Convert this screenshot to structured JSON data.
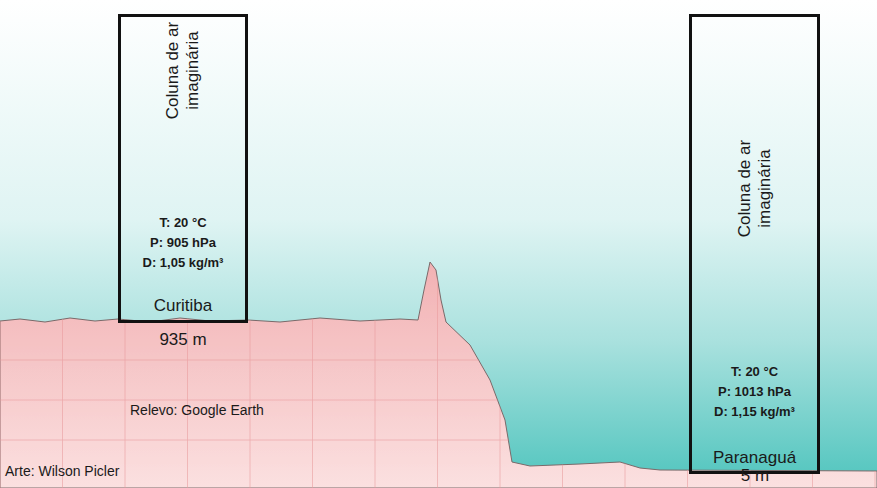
{
  "diagram": {
    "nodes": [
      {
        "text": [
          "Coluna de ar imaginária",
          "T: 20 °C",
          "P: 905 hPa",
          "D: 1,05 kg/m³",
          "Curitiba"
        ]
      },
      {
        "text": [
          "Coluna de ar imaginária",
          "T: 20 °C",
          "P: 1013 hPa",
          "D: 1,15 kg/m³",
          "Paranaguá"
        ]
      }
    ],
    "labels": [
      "935 m",
      "Relevo: Google Earth",
      "5 m",
      "Arte: Wilson Picler"
    ]
  }
}
